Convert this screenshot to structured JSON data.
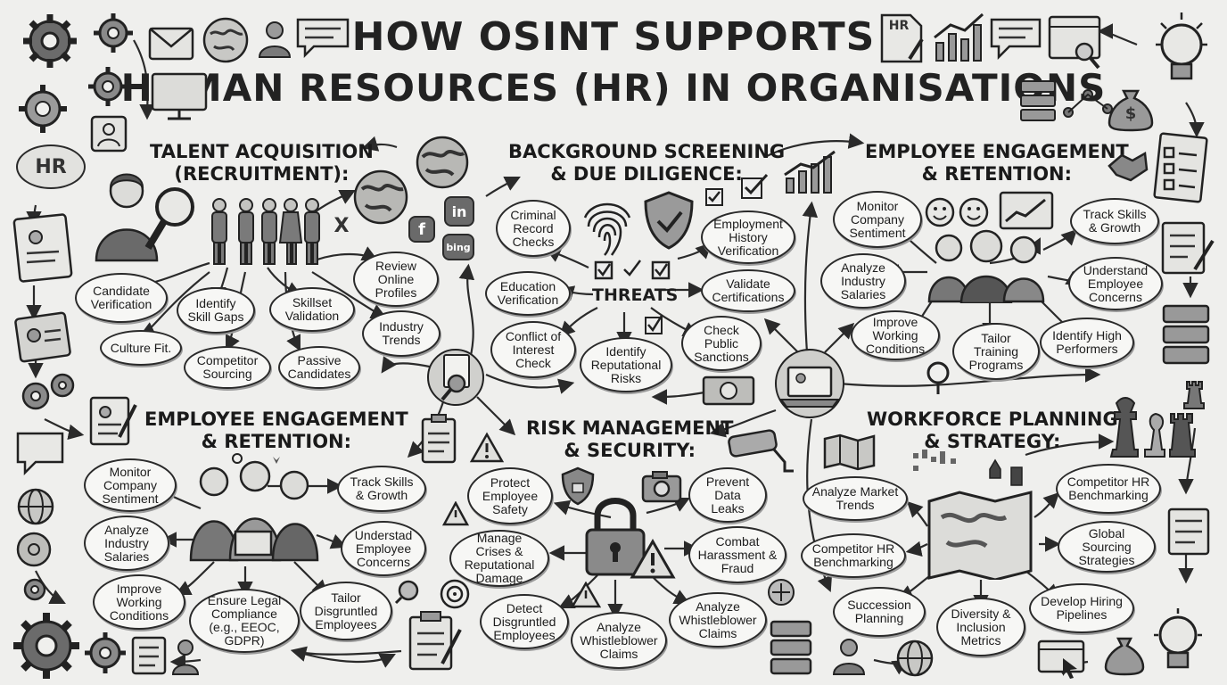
{
  "title": {
    "line1": "HOW OSINT SUPPORTS",
    "line2": "HUMAN RESOURCES (HR) IN ORGANISATIONS"
  },
  "sections": {
    "talent": {
      "heading1": "TALENT ACQUISITION",
      "heading2": "(RECRUITMENT):",
      "nodes": [
        "Candidate Verification",
        "Identify Skill Gaps",
        "Skillset Validation",
        "Review Online Profiles",
        "Industry Trends",
        "Culture Fit.",
        "Competitor Sourcing",
        "Passive Candidates"
      ]
    },
    "background": {
      "heading1": "BACKGROUND SCREENING",
      "heading2": "& DUE DILIGENCE:",
      "center": "THREATS",
      "nodes": [
        "Criminal Record Checks",
        "Employment History Verification",
        "Education Verification",
        "Validate Certifications",
        "Conflict of Interest Check",
        "Identify Reputational Risks",
        "Check Public Sanctions"
      ]
    },
    "engagement_top": {
      "heading1": "EMPLOYEE ENGAGEMENT",
      "heading2": "& RETENTION:",
      "nodes": [
        "Monitor Company Sentiment",
        "Track Skills & Growth",
        "Analyze Industry Salaries",
        "Understand Employee Concerns",
        "Improve Working Conditions",
        "Tailor Training Programs",
        "Identify High Performers"
      ]
    },
    "engagement_bottom": {
      "heading1": "EMPLOYEE ENGAGEMENT",
      "heading2": "& RETENTION:",
      "nodes": [
        "Monitor Company Sentiment",
        "Track Skills & Growth",
        "Analyze Industry Salaries",
        "Understad Employee Concerns",
        "Improve Working Conditions",
        "Ensure Legal Compliance (e.g., EEOC, GDPR)",
        "Tailor Disgruntled Employees"
      ]
    },
    "risk": {
      "heading1": "RISK MANAGEMENT",
      "heading2": "& SECURITY:",
      "nodes": [
        "Protect Employee Safety",
        "Prevent Data Leaks",
        "Manage Crises & Reputational Damage",
        "Combat Harassment & Fraud",
        "Detect Disgruntled Employees",
        "Analyze Whistleblower Claims",
        "Analyze Whistleblower Claims"
      ]
    },
    "workforce": {
      "heading1": "WORKFORCE PLANNING",
      "heading2": "& STRATEGY:",
      "nodes": [
        "Analyze Market Trends",
        "Competitor HR Benchmarking",
        "Competitor HR Benchmarking",
        "Global Sourcing Strategies",
        "Succession Planning",
        "Diversity & Inclusion Metrics",
        "Develop Hiring Pipelines"
      ]
    }
  },
  "icons": {
    "hr_badge": "HR",
    "hr_doc": "HR",
    "bing_badge": "bing",
    "linkedin_badge": "in",
    "facebook_badge": "f",
    "x_badge": "X",
    "dollar": "$"
  },
  "colors": {
    "background": "#efefed",
    "ink": "#1e1e1e",
    "bubble_fill": "#f7f7f5",
    "icon_fill": "#e2e2df"
  }
}
